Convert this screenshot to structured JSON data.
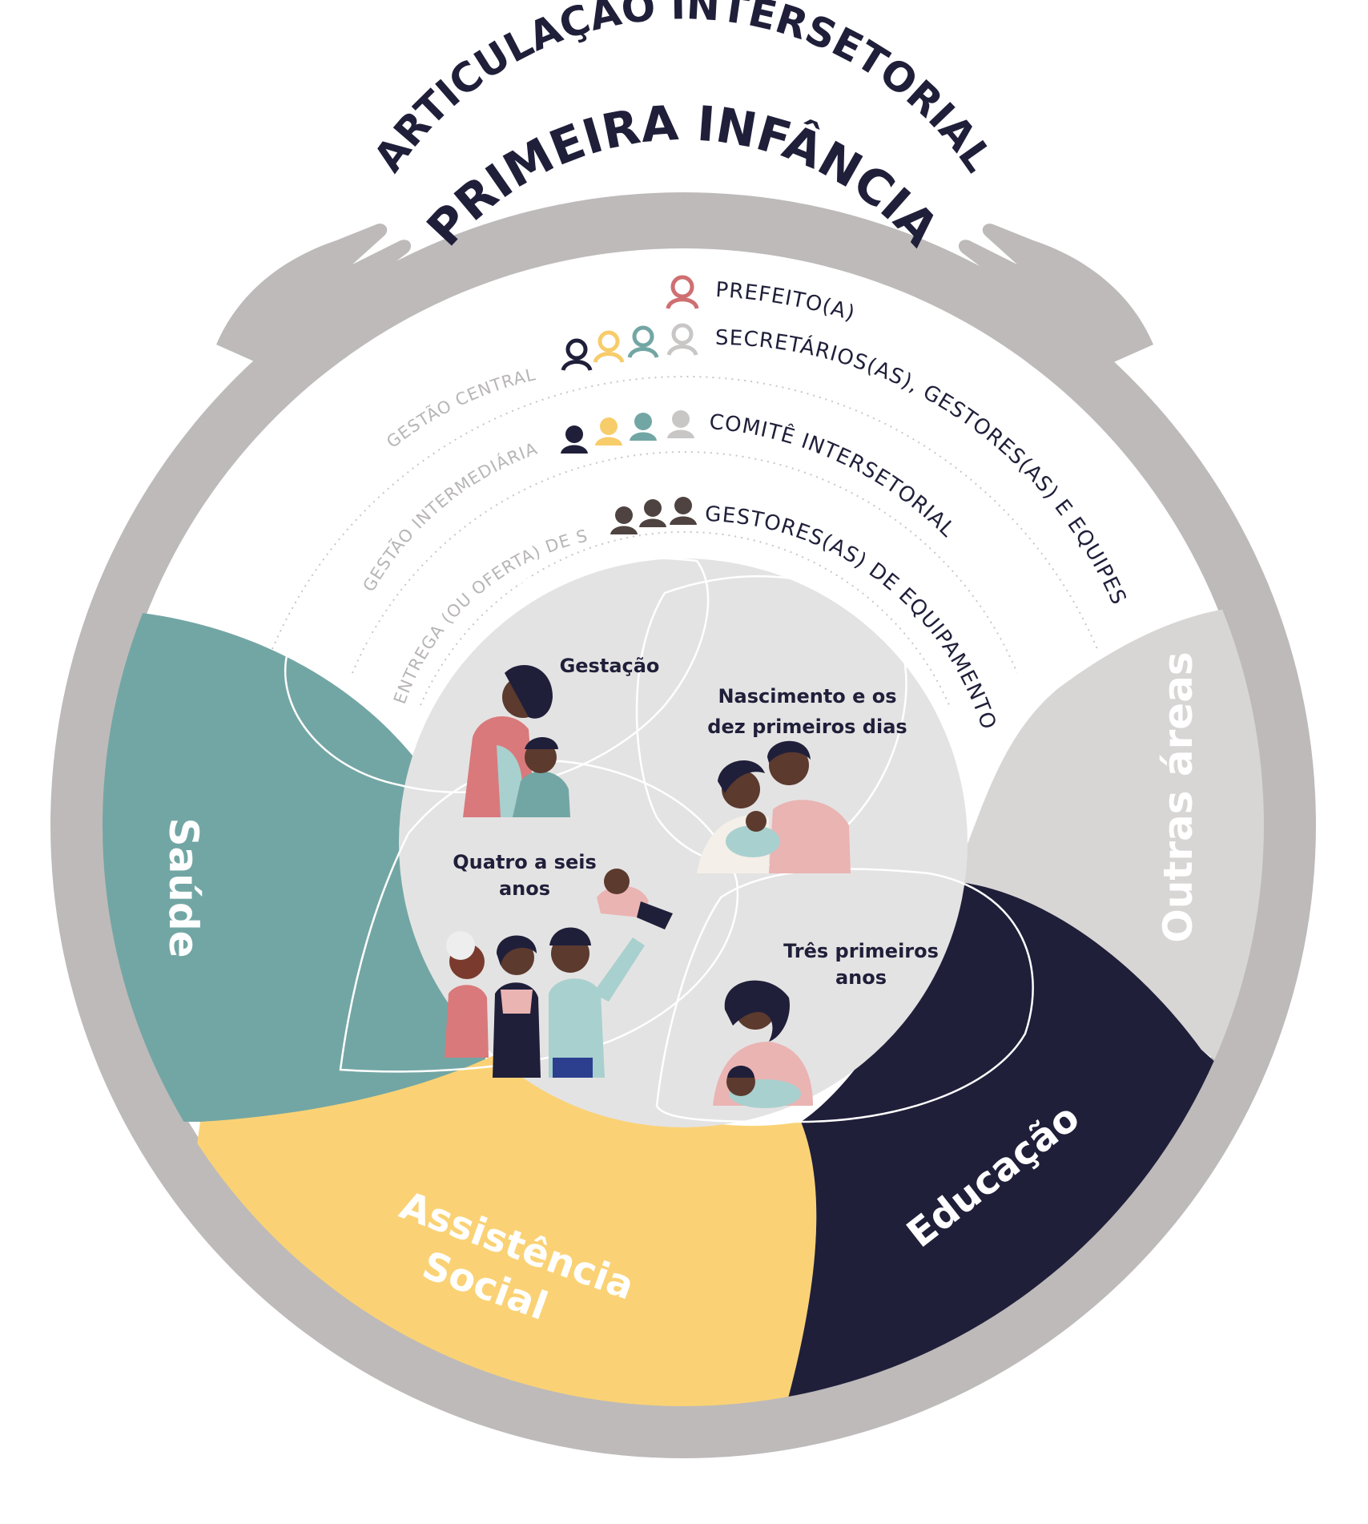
{
  "title": {
    "line1": "ARTICULAÇÃO INTERSETORIAL",
    "line2": "PRIMEIRA INFÂNCIA"
  },
  "hierarchy": {
    "mayor": "PREFEITO(A)",
    "secretaries": "SECRETÁRIOS(AS), GESTORES(AS) E EQUIPES",
    "committee": "COMITÊ INTERSETORIAL",
    "facility_managers": "GESTORES(AS) DE EQUIPAMENTOS"
  },
  "levels": {
    "central": "GESTÃO CENTRAL",
    "intermediate": "GESTÃO INTERMEDIÁRIA",
    "delivery": "ENTREGA (OU OFERTA) DE SERVIÇO"
  },
  "stages": {
    "gestation": "Gestação",
    "birth_line1": "Nascimento e os",
    "birth_line2": "dez primeiros dias",
    "four_six_line1": "Quatro a seis",
    "four_six_line2": "anos",
    "three_years_line1": "Três primeiros",
    "three_years_line2": "anos"
  },
  "sectors": {
    "health": "Saúde",
    "social_line1": "Assistência",
    "social_line2": "Social",
    "education": "Educação",
    "other": "Outras áreas"
  },
  "colors": {
    "arms": "#bebaba",
    "health": "#72a6a4",
    "social": "#fad275",
    "education": "#1f1f3a",
    "other": "#d8d5d5",
    "center": "#e4e3e3",
    "mayor_icon": "#cf6f71",
    "navy": "#1f1f3a",
    "yellow": "#f7cc6a",
    "teal": "#72a6a4",
    "light_gray": "#c9c6c6",
    "brown": "#4e4340"
  }
}
